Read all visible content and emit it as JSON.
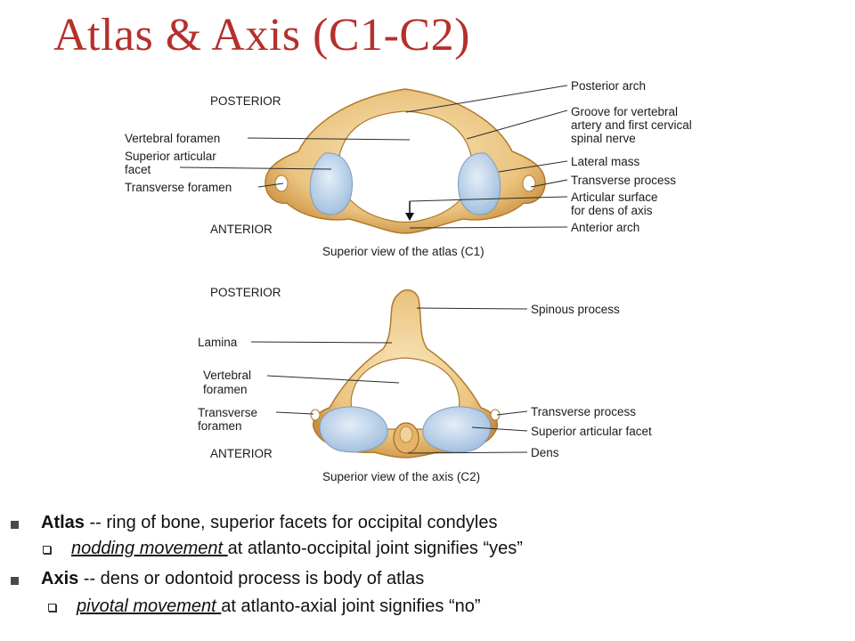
{
  "title": "Atlas & Axis (C1-C2)",
  "atlas": {
    "orientation_top": "POSTERIOR",
    "orientation_bottom": "ANTERIOR",
    "caption": "Superior view of the atlas (C1)",
    "left_labels": {
      "vertebral_foramen": "Vertebral foramen",
      "superior_articular_1": "Superior articular",
      "superior_articular_2": "facet",
      "transverse_foramen": "Transverse foramen"
    },
    "right_labels": {
      "posterior_arch": "Posterior arch",
      "groove_1": "Groove for vertebral",
      "groove_2": "artery and first cervical",
      "groove_3": "spinal nerve",
      "lateral_mass": "Lateral mass",
      "transverse_process": "Transverse process",
      "articular_surface_1": "Articular surface",
      "articular_surface_2": "for dens of axis",
      "anterior_arch": "Anterior arch"
    }
  },
  "axis": {
    "orientation_top": "POSTERIOR",
    "orientation_bottom": "ANTERIOR",
    "caption": "Superior view of the axis (C2)",
    "left_labels": {
      "lamina": "Lamina",
      "vertebral_foramen_1": "Vertebral",
      "vertebral_foramen_2": "foramen",
      "transverse_foramen_1": "Transverse",
      "transverse_foramen_2": "foramen"
    },
    "right_labels": {
      "spinous_process": "Spinous process",
      "transverse_process": "Transverse process",
      "superior_articular_facet": "Superior articular facet",
      "dens": "Dens"
    }
  },
  "bullets": [
    {
      "bold": "Atlas",
      "text": " -- ring of bone, superior facets for occipital condyles",
      "sub": {
        "italic": "nodding movement ",
        "text": "at atlanto-occipital joint signifies “yes”"
      }
    },
    {
      "bold": "Axis",
      "text": " -- dens or odontoid process is body of atlas",
      "sub": {
        "italic": "pivotal movement ",
        "text": "at atlanto-axial joint signifies “no”"
      }
    }
  ],
  "colors": {
    "title": "#b5302c",
    "bone": "#ecc98a",
    "facet": "#b9cfe6"
  }
}
